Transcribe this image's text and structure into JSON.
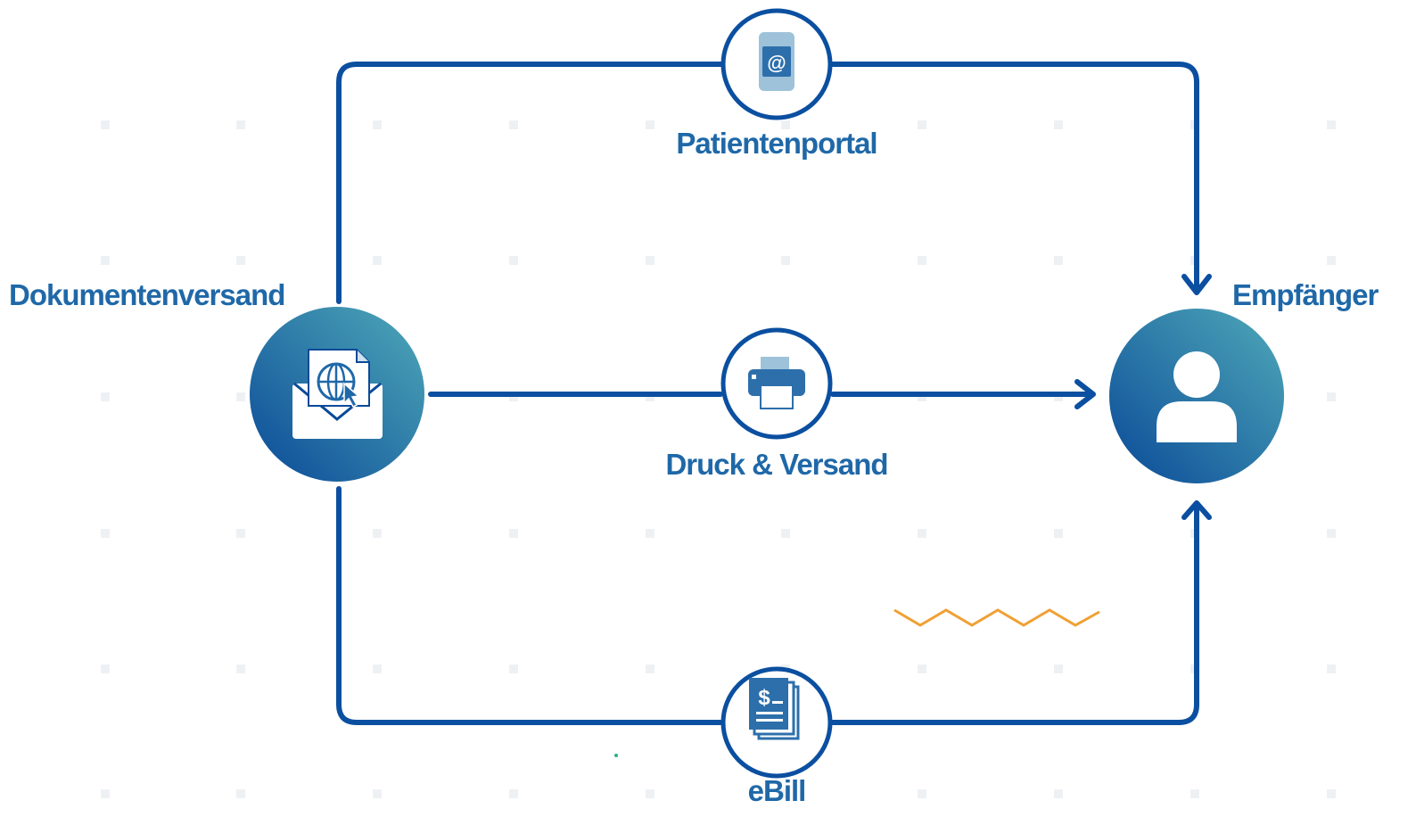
{
  "colors": {
    "line": "#0b4fa0",
    "label": "#1f68a8",
    "node_gradient_start": "#4fa9b8",
    "node_gradient_end": "#0a4a98",
    "icon_tint": "#2d6fab",
    "dot": "#eef1f4",
    "accent_zigzag": "#f0a034",
    "accent_dot": "#2ab07a"
  },
  "nodes": {
    "sender": {
      "label": "Dokumentenversand",
      "icon": "envelope-globe-icon"
    },
    "recipient": {
      "label": "Empfänger",
      "icon": "person-icon"
    }
  },
  "channels": [
    {
      "label": "Patientenportal",
      "icon": "phone-at-icon"
    },
    {
      "label": "Druck & Versand",
      "icon": "printer-icon"
    },
    {
      "label": "eBill",
      "icon": "dollar-documents-icon"
    }
  ]
}
